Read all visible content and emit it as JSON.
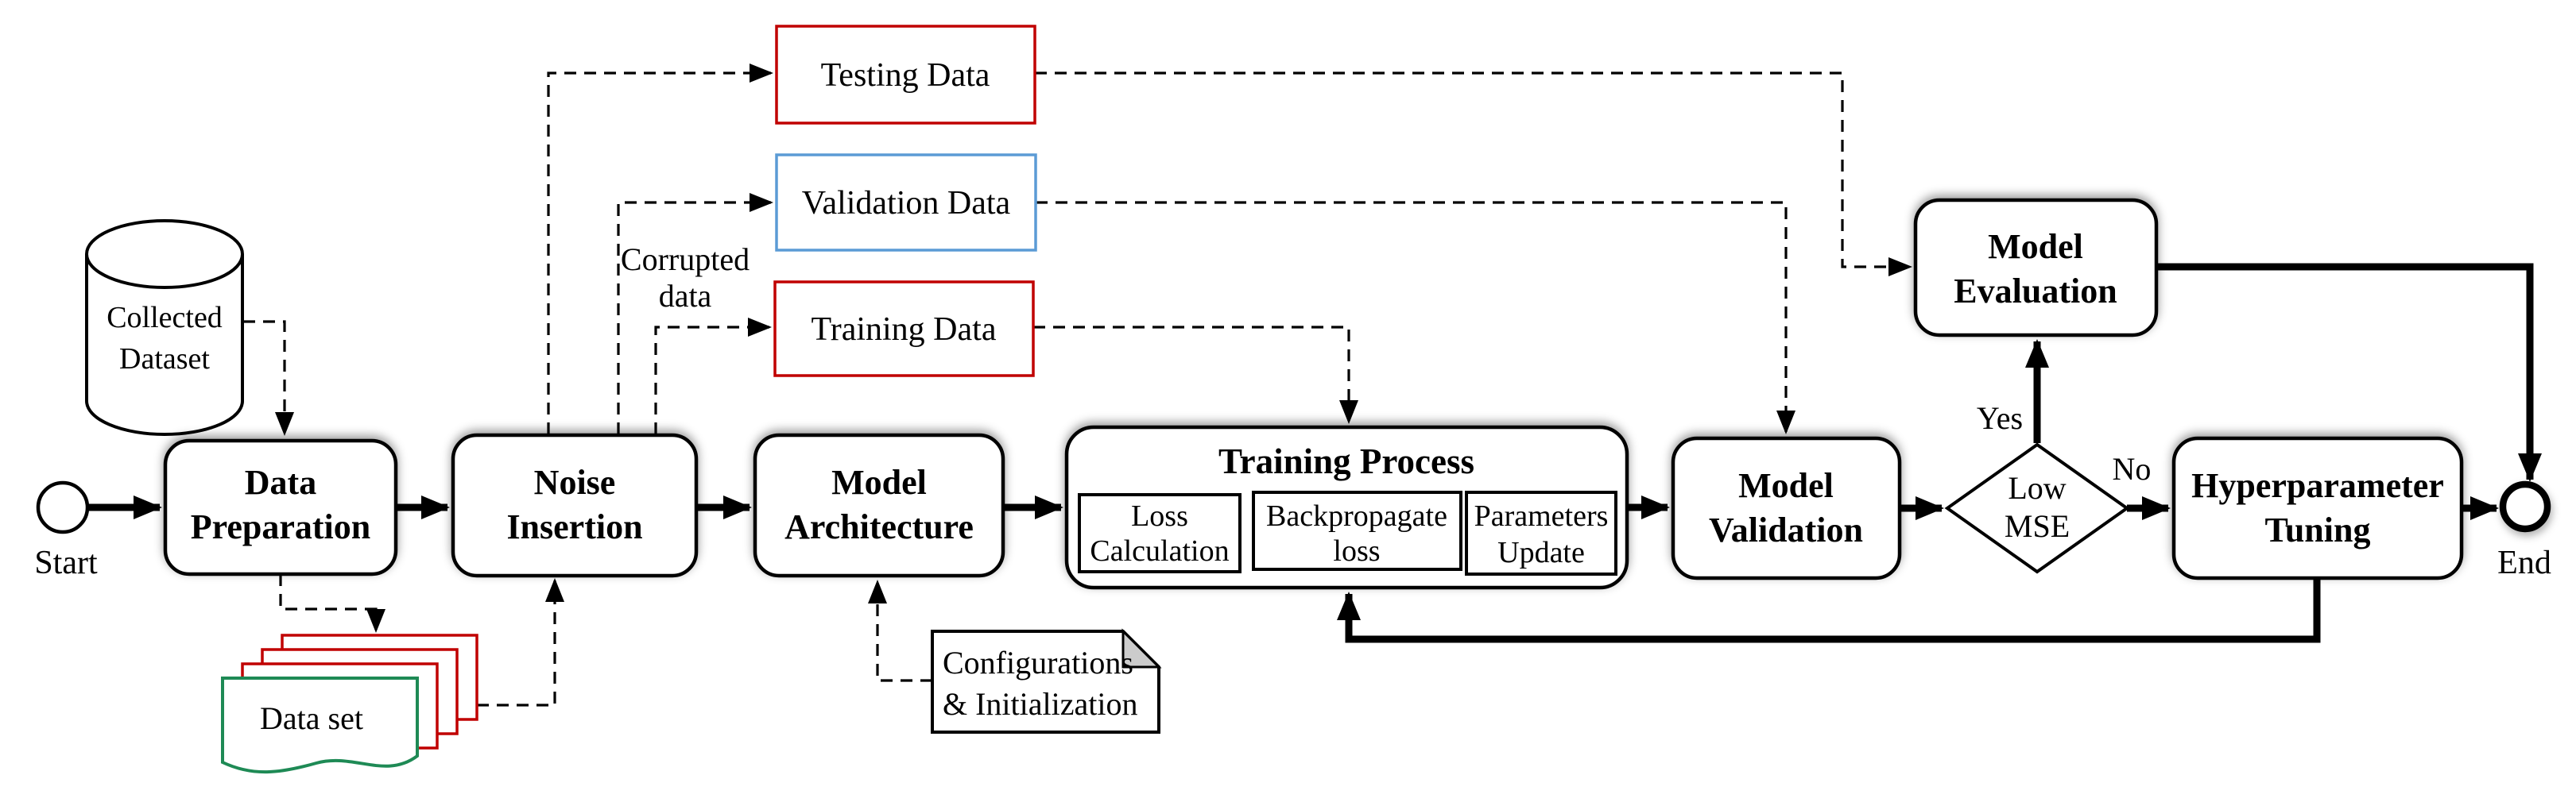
{
  "nodes": {
    "start": {
      "label": "Start"
    },
    "end": {
      "label": "End"
    },
    "collected_dataset": {
      "line1": "Collected",
      "line2": "Dataset"
    },
    "data_preparation": {
      "line1": "Data",
      "line2": "Preparation"
    },
    "dataset_stack": {
      "label": "Data set"
    },
    "noise_insertion": {
      "line1": "Noise",
      "line2": "Insertion"
    },
    "testing_data": {
      "label": "Testing Data",
      "border_color": "#c00000"
    },
    "validation_data": {
      "label": "Validation Data",
      "border_color": "#5b9bd5"
    },
    "training_data": {
      "label": "Training Data",
      "border_color": "#c00000"
    },
    "model_architecture": {
      "line1": "Model",
      "line2": "Architecture"
    },
    "configurations": {
      "line1": "Configurations",
      "line2": "& Initialization"
    },
    "training_process": {
      "title": "Training Process"
    },
    "loss_calculation": {
      "line1": "Loss",
      "line2": "Calculation"
    },
    "backpropagate_loss": {
      "line1": "Backpropagate",
      "line2": "loss"
    },
    "parameters_update": {
      "line1": "Parameters",
      "line2": "Update"
    },
    "model_validation": {
      "line1": "Model",
      "line2": "Validation"
    },
    "low_mse": {
      "line1": "Low",
      "line2": "MSE"
    },
    "hyperparameter_tuning": {
      "line1": "Hyperparameter",
      "line2": "Tuning"
    },
    "model_evaluation": {
      "line1": "Model",
      "line2": "Evaluation"
    }
  },
  "labels": {
    "corrupted_data_line1": "Corrupted",
    "corrupted_data_line2": "data",
    "yes": "Yes",
    "no": "No"
  },
  "colors": {
    "red": "#c00000",
    "blue": "#5b9bd5",
    "green": "#1e8a55",
    "fold_gray": "#cccccc",
    "line": "#000000"
  }
}
